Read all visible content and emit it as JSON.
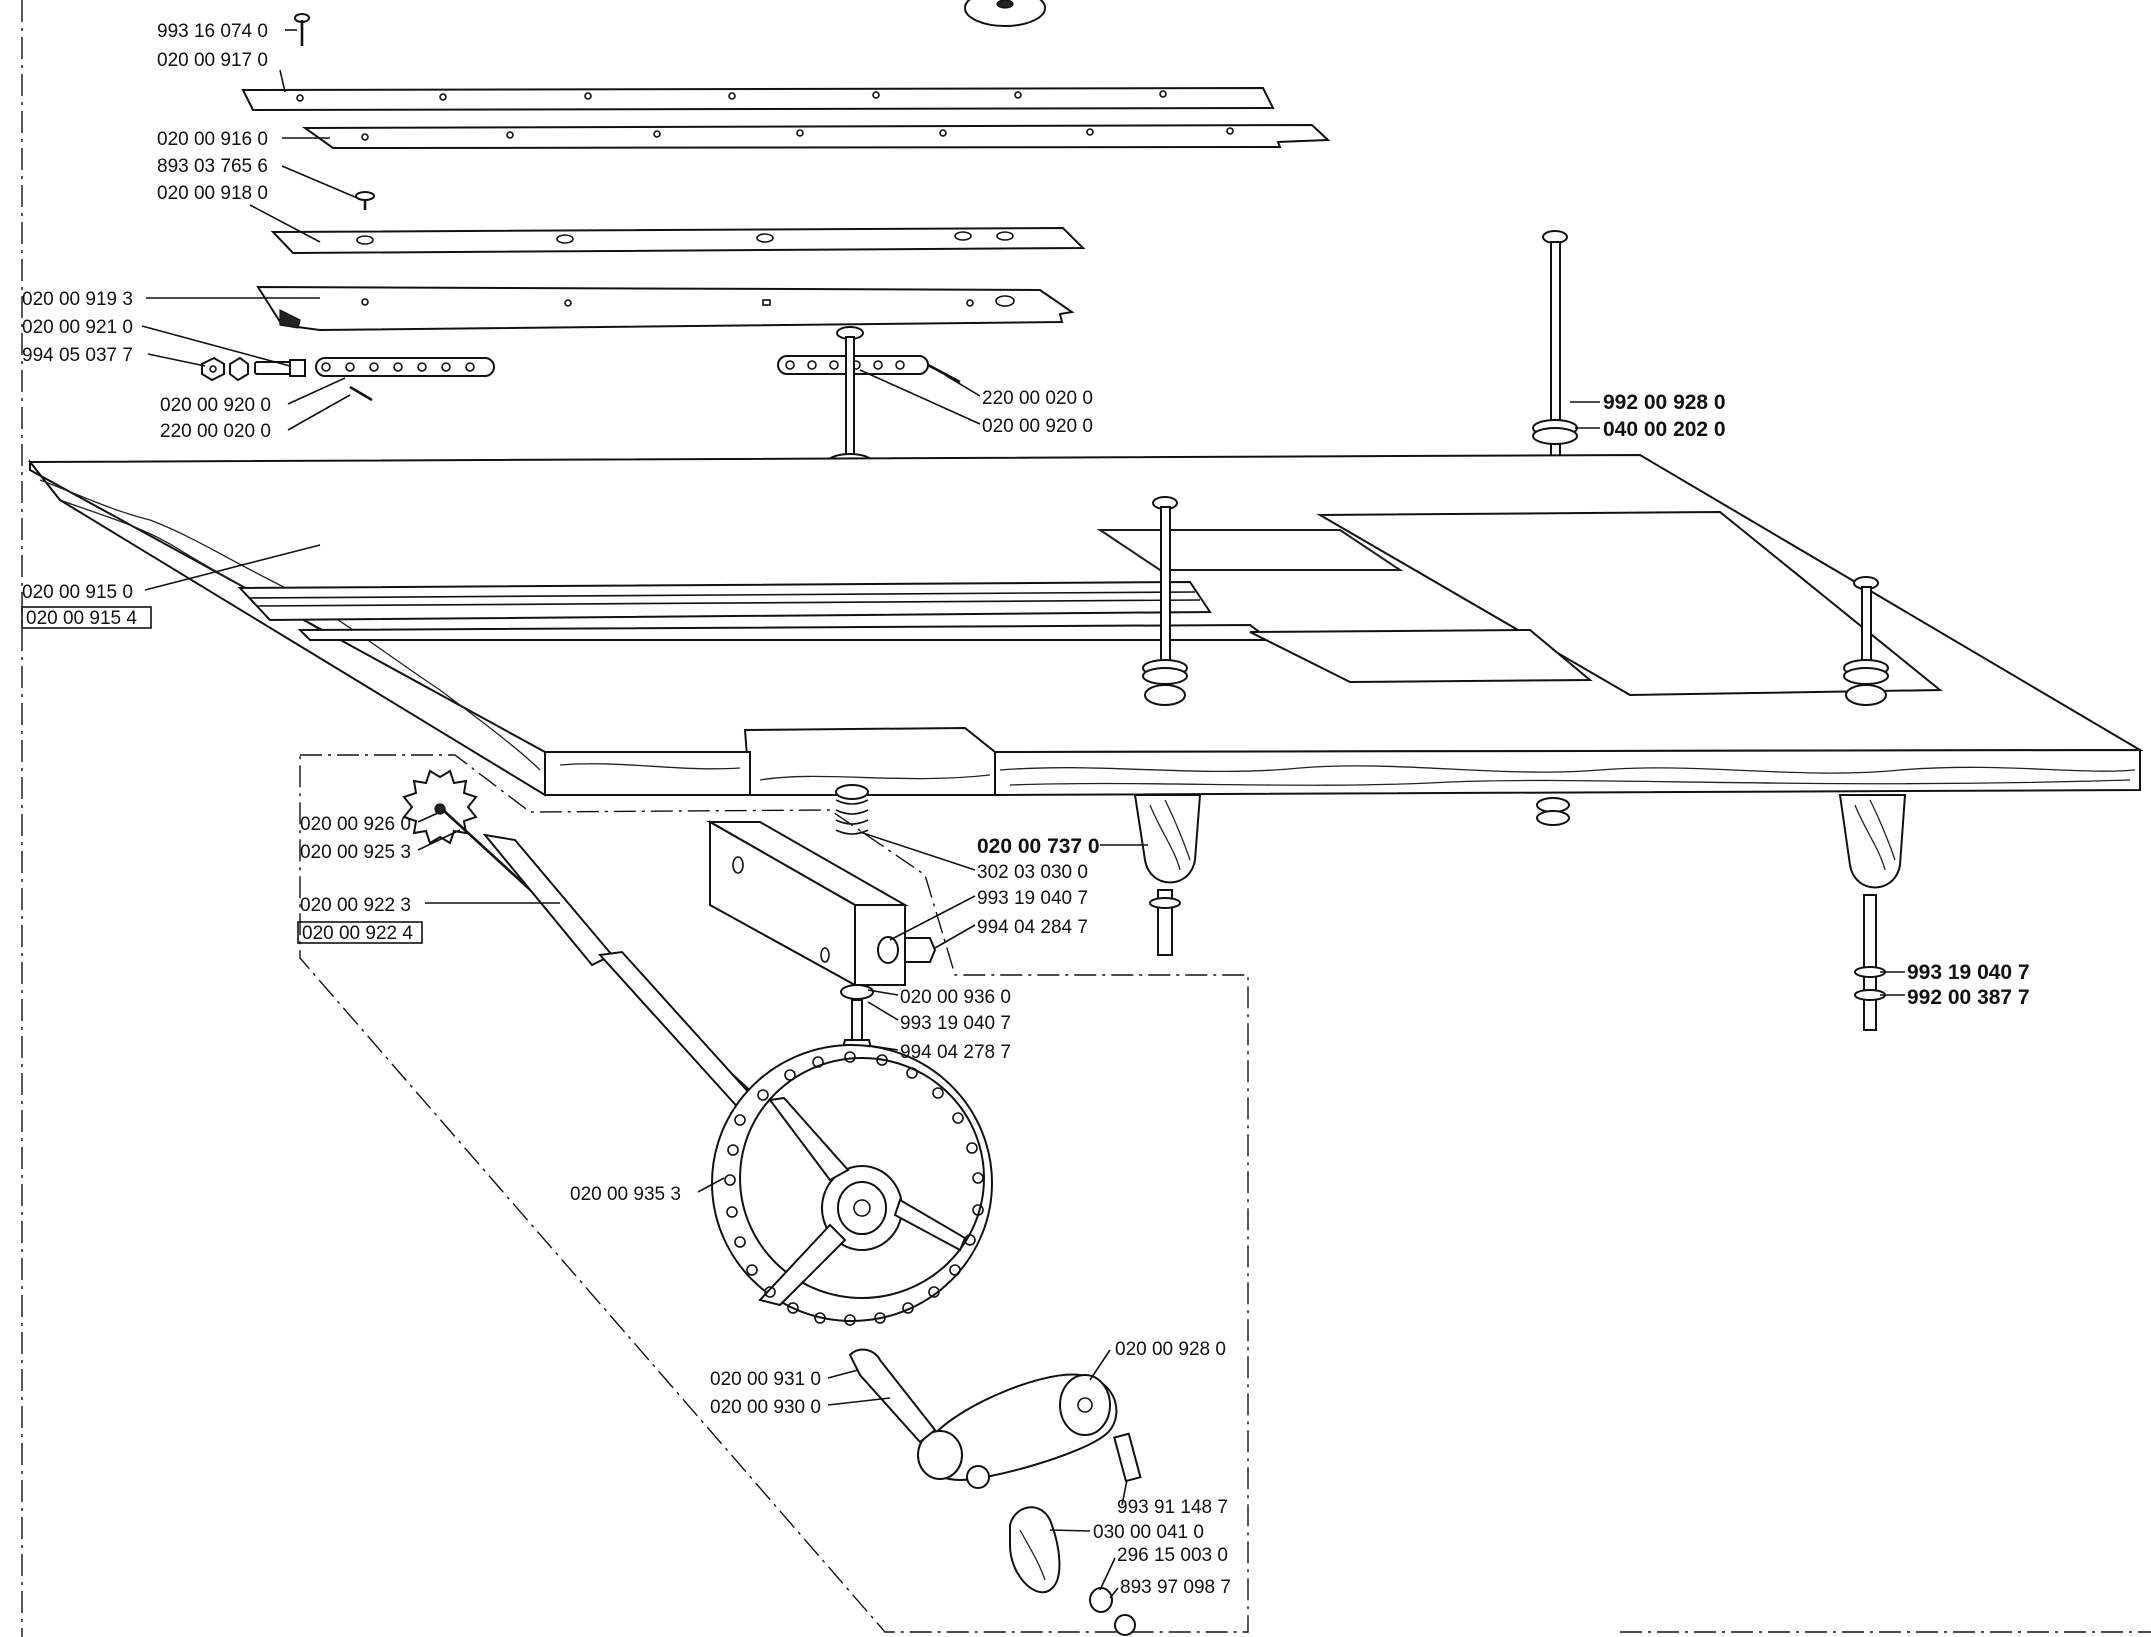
{
  "labels": {
    "p993160740": "993 16 074 0",
    "p020009170": "020 00 917 0",
    "p020009160": "020 00 916 0",
    "p893037656": "893 03 765 6",
    "p020009180": "020 00 918 0",
    "p020009193": "020 00 919 3",
    "p020009210": "020 00 921 0",
    "p994050377": "994 05 037 7",
    "p020009200_left": "020 00 920 0",
    "p220000200_left": "220 00 020 0",
    "p220000200_right": "220 00 020 0",
    "p020009200_right": "020 00 920 0",
    "p992009280": "992 00 928 0",
    "p040002020": "040 00 202 0",
    "p020009150": "020 00 915 0",
    "p020009154": "020 00 915 4",
    "p020009260": "020 00 926 0",
    "p020009253": "020 00 925 3",
    "p020009223": "020 00 922 3",
    "p020009224": "020 00 922 4",
    "p020007370": "020 00 737 0",
    "p302030300": "302 03 030 0",
    "p993190407_a": "993 19 040 7",
    "p994042847": "994 04 284 7",
    "p020009360": "020 00 936 0",
    "p993190407_b": "993 19 040 7",
    "p994042787": "994 04 278 7",
    "p993190407_c": "993 19 040 7",
    "p992003877": "992 00 387 7",
    "p020009353": "020 00 935 3",
    "p020009280": "020 00 928 0",
    "p020009310": "020 00 931 0",
    "p020009300": "020 00 930 0",
    "p993911487": "993 91 148 7",
    "p030000410": "030 00 041 0",
    "p296150030": "296 15 003 0",
    "p893970987": "893 97 098 7"
  },
  "colors": {
    "ink": "#111111",
    "paper": "#ffffff"
  }
}
